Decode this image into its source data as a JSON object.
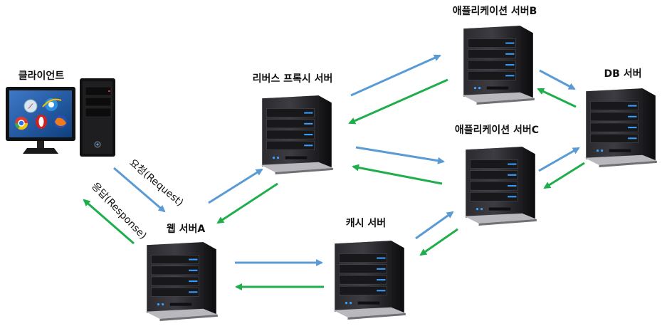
{
  "labels": {
    "client": "클라이언트",
    "reverse_proxy": "리버스 프록시 서버",
    "app_b": "애플리케이션 서버B",
    "app_c": "애플리케이션 서버C",
    "db": "DB 서버",
    "web_a": "웹 서버A",
    "cache": "캐시 서버"
  },
  "edges": {
    "request": "요청(Request)",
    "response": "응답(Response)"
  },
  "colors": {
    "request_arrow": "#5b9bd5",
    "response_arrow": "#1fae4b",
    "server_light": "#3aa0ff"
  },
  "icons": [
    "server-icon",
    "monitor-icon",
    "pc-tower-icon",
    "safari-icon",
    "ie-icon",
    "chrome-icon",
    "opera-icon",
    "firefox-icon"
  ]
}
